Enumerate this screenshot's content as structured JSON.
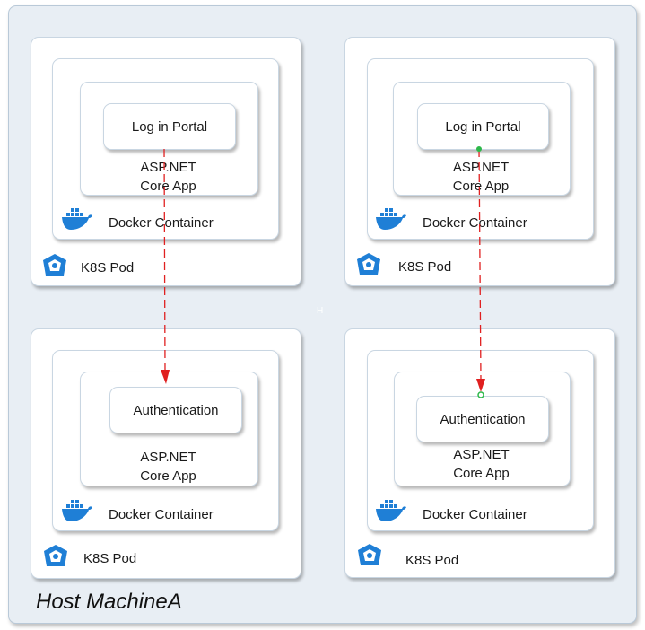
{
  "host": {
    "label": "Host MachineA",
    "center_mark": "H"
  },
  "colors": {
    "arrow": "#e02020",
    "icon_blue": "#1f7fd6",
    "arrow_endpoint": "#2db84a"
  },
  "pods": [
    {
      "pod_label": "K8S Pod",
      "container_label": "Docker Container",
      "app_line1": "ASP.NET",
      "app_line2": "Core App",
      "service": "Log in Portal"
    },
    {
      "pod_label": "K8S Pod",
      "container_label": "Docker Container",
      "app_line1": "ASP.NET",
      "app_line2": "Core App",
      "service": "Log in Portal"
    },
    {
      "pod_label": "K8S Pod",
      "container_label": "Docker Container",
      "app_line1": "ASP.NET",
      "app_line2": "Core App",
      "service": "Authentication"
    },
    {
      "pod_label": "K8S Pod",
      "container_label": "Docker Container",
      "app_line1": "ASP.NET",
      "app_line2": "Core App",
      "service": "Authentication"
    }
  ],
  "icons": {
    "pod": "kubernetes-icon",
    "container": "docker-whale-icon"
  }
}
